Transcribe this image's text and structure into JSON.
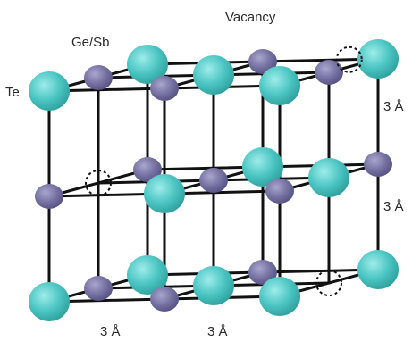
{
  "labels": {
    "vacancy": "Vacancy",
    "gesb": "Ge/Sb",
    "te": "Te",
    "dim_right_upper": "3 Å",
    "dim_right_lower": "3 Å",
    "dim_bottom_left": "3 Å",
    "dim_bottom_right": "3 Å"
  },
  "colors": {
    "te_atom": "#4cc6c3",
    "gesb_atom": "#7673a3",
    "lattice_line": "#111111",
    "vacancy_ring": "#111111",
    "text": "#2b2b2b"
  }
}
